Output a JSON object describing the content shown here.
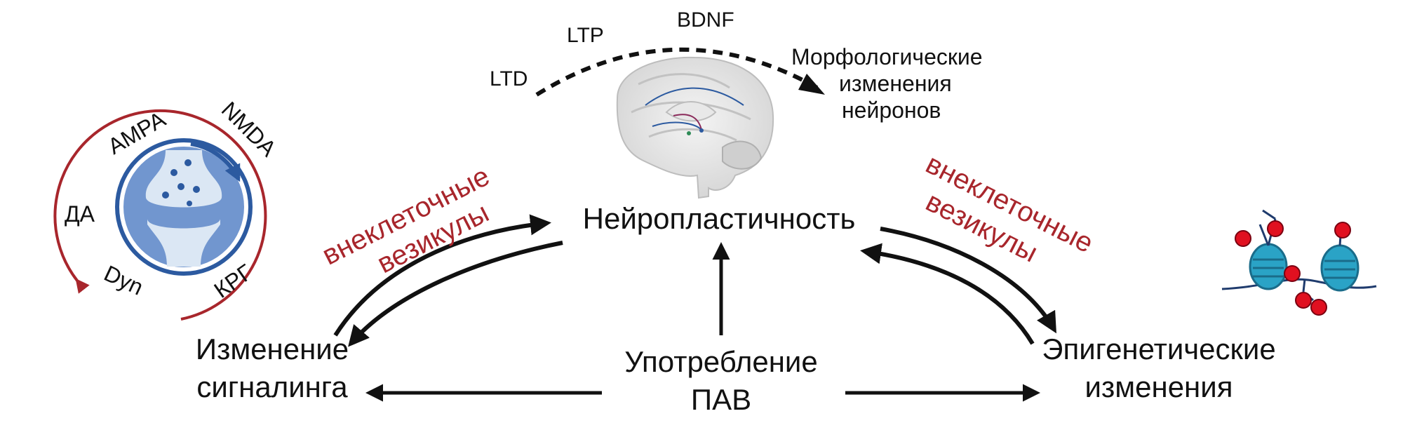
{
  "center": {
    "title": "Нейропластичность"
  },
  "bottom": {
    "line1": "Употребление",
    "line2": "ПАВ"
  },
  "left": {
    "line1": "Изменение",
    "line2": "сигналинга"
  },
  "right": {
    "line1": "Эпигенетические",
    "line2": "изменения"
  },
  "vesicles_left": {
    "line1": "внеклеточные",
    "line2": "везикулы"
  },
  "vesicles_right": {
    "line1": "внеклеточные",
    "line2": "везикулы"
  },
  "brain_arc": {
    "ltd": "LTD",
    "ltp": "LTP",
    "bdnf": "BDNF",
    "morph1": "Морфологические",
    "morph2": "изменения",
    "morph3": "нейронов"
  },
  "synapse": {
    "ampa": "AMPA",
    "nmda": "NMDA",
    "da": "ДА",
    "dyn": "Dyn",
    "krg": "КРГ"
  },
  "colors": {
    "accent_red": "#a8262c",
    "synapse_blue": "#2c5aa0",
    "histone_teal": "#2aa3c6",
    "methyl_red": "#e01020"
  }
}
